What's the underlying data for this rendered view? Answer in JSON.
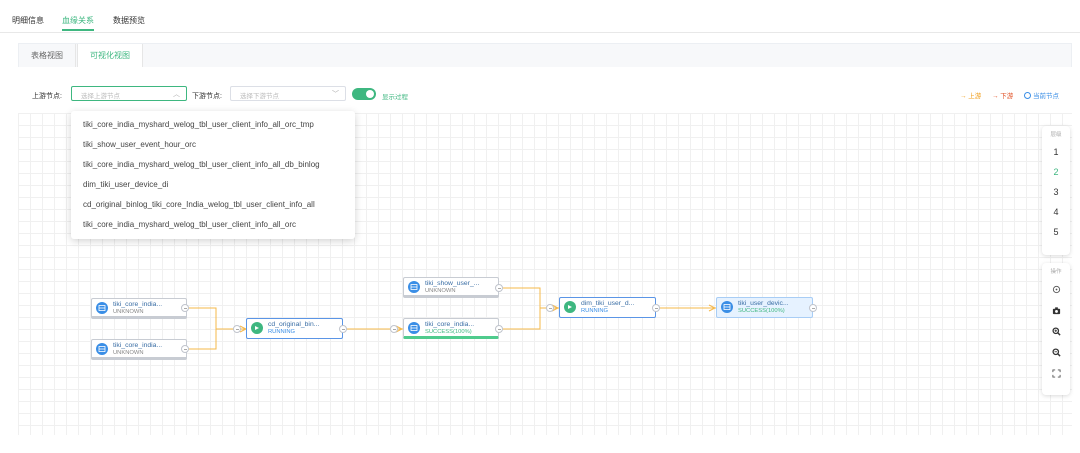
{
  "top_tabs": [
    "明细信息",
    "血缘关系",
    "数据预览"
  ],
  "view_tabs": [
    "表格视图",
    "可视化视图"
  ],
  "toolbar": {
    "upstream_label": "上游节点:",
    "upstream_placeholder": "选择上游节点",
    "downstream_label": "下游节点:",
    "downstream_placeholder": "选择下游节点",
    "show_process_label": "显示过程"
  },
  "legend": {
    "upstream": "→ 上游",
    "downstream": "→ 下游",
    "current": "当前节点"
  },
  "colors": {
    "accent": "#3eb780",
    "upstream": "#f0a020",
    "downstream": "#e2562b",
    "current": "#3a8ee6"
  },
  "upstream_options": [
    "tiki_core_india_myshard_welog_tbl_user_client_info_all_orc_tmp",
    "tiki_show_user_event_hour_orc",
    "tiki_core_india_myshard_welog_tbl_user_client_info_all_db_binlog",
    "dim_tiki_user_device_di",
    "cd_original_binlog_tiki_core_India_welog_tbl_user_client_info_all",
    "tiki_core_india_myshard_welog_tbl_user_client_info_all_orc"
  ],
  "levels_panel": {
    "title": "层级",
    "levels": [
      "1",
      "2",
      "3",
      "4",
      "5"
    ],
    "active": "2"
  },
  "ops_panel": {
    "title": "操作",
    "icons": [
      "locate-icon",
      "camera-icon",
      "zoom-in-icon",
      "zoom-out-icon",
      "fit-screen-icon"
    ]
  },
  "nodes": [
    {
      "name": "tiki_core_india...",
      "status": "UNKNOWN"
    },
    {
      "name": "tiki_core_india...",
      "status": "UNKNOWN"
    },
    {
      "name": "cd_original_bin...",
      "status": "RUNNING"
    },
    {
      "name": "tiki_show_user_...",
      "status": "UNKNOWN"
    },
    {
      "name": "tiki_core_india...",
      "status": "SUCCESS(100%)"
    },
    {
      "name": "dim_tiki_user_d...",
      "status": "RUNNING"
    },
    {
      "name": "tiki_user_devic...",
      "status": "SUCCESS(100%)"
    }
  ]
}
